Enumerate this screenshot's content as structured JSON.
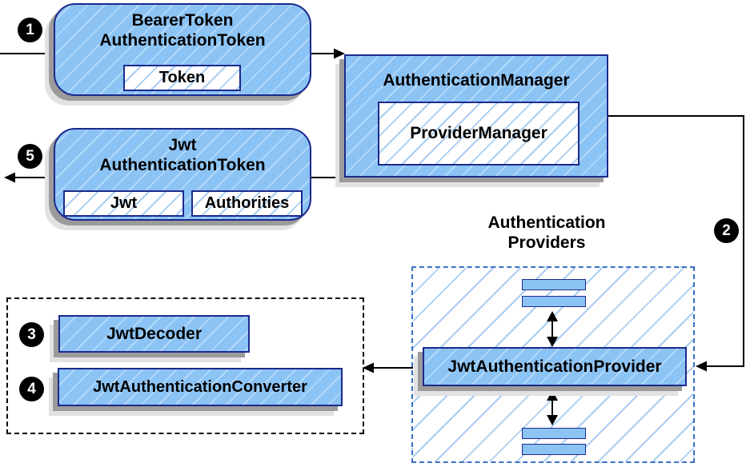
{
  "nodes": {
    "bearer": {
      "title_line1": "BearerToken",
      "title_line2": "AuthenticationToken",
      "token_field": "Token"
    },
    "auth_manager": {
      "title": "AuthenticationManager",
      "provider_manager": "ProviderManager"
    },
    "jwt_token": {
      "title_line1": "Jwt",
      "title_line2": "AuthenticationToken",
      "jwt_field": "Jwt",
      "authorities_field": "Authorities"
    },
    "providers_group": {
      "label_line1": "Authentication",
      "label_line2": "Providers",
      "provider": "JwtAuthenticationProvider"
    },
    "decoder_group": {
      "decoder": "JwtDecoder",
      "converter": "JwtAuthenticationConverter"
    }
  },
  "badges": {
    "one": "1",
    "two": "2",
    "three": "3",
    "four": "4",
    "five": "5"
  },
  "colors": {
    "node_fill": "#8bc3f5",
    "node_border": "#1c2a8c",
    "hatch": "#a9cdf2",
    "dash_blue": "#3a6fc4"
  }
}
